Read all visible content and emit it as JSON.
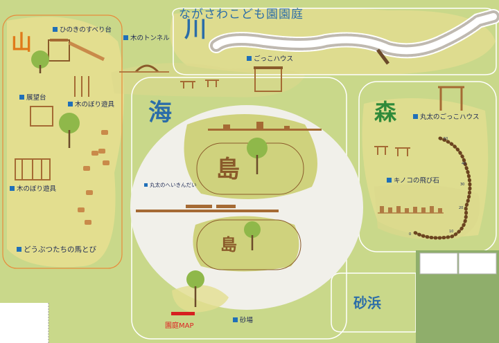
{
  "title": "ながさわこども園園庭",
  "areas": {
    "mountain": "山",
    "river": "川",
    "sea": "海",
    "forest": "森",
    "island_large": "島",
    "island_small": "島",
    "beach": "砂浜"
  },
  "labels": {
    "slide": "ひのきのすべり台",
    "tunnel": "木のトンネル",
    "goko_house": "ごっこハウス",
    "lookout": "展望台",
    "climbing_1": "木のぼり遊具",
    "climbing_2": "木のぼり遊具",
    "animal_horses": "どうぶつたちの馬とび",
    "log_house": "丸太のごっこハウス",
    "mushroom_stones": "キノコの飛び石",
    "log_beam": "丸太のへいきんだい",
    "sandbox": "砂場"
  },
  "legend": "園庭MAP",
  "path_numbers": [
    "50",
    "40",
    "30",
    "20",
    "10",
    "0"
  ],
  "colors": {
    "grass": "#c9d88a",
    "highlight": "#e6df8e",
    "sand": "#f1f0ea",
    "accent_blue": "#1f6fb8",
    "mountain_orange": "#e07a1a",
    "forest_green": "#2f8a3a",
    "island_brown": "#8a5a2a",
    "legend_red": "#d62020"
  }
}
